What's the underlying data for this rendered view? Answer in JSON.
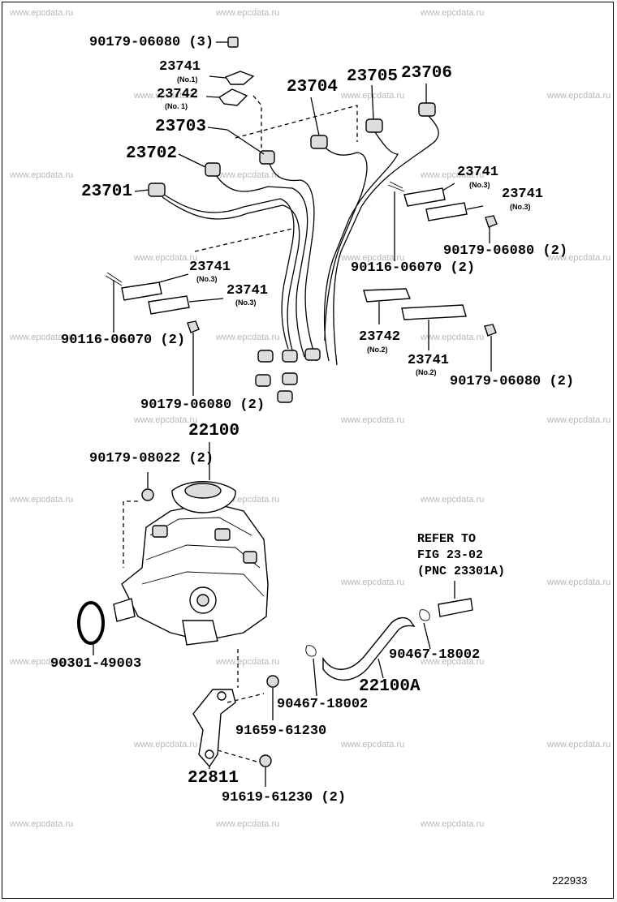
{
  "watermark": "www.epcdata.ru",
  "figure_id": "222933",
  "labels": {
    "p_90179_06080_3": "90179-06080 (3)",
    "p_23741_a": "23741",
    "p_no1_a": "(No.1)",
    "p_23742_a": "23742",
    "p_no1_b": "(No. 1)",
    "p_23704": "23704",
    "p_23705": "23705",
    "p_23706": "23706",
    "p_23703": "23703",
    "p_23702": "23702",
    "p_23701": "23701",
    "p_23741_b": "23741",
    "p_no3_b": "(No.3)",
    "p_23741_c": "23741",
    "p_no3_c": "(No.3)",
    "p_90179_06080_2a": "90179-06080 (2)",
    "p_90116_06070_2a": "90116-06070 (2)",
    "p_23741_d": "23741",
    "p_no3_d": "(No.3)",
    "p_23741_e": "23741",
    "p_no3_e": "(No.3)",
    "p_90116_06070_2b": "90116-06070 (2)",
    "p_23742_b": "23742",
    "p_no2_b": "(No.2)",
    "p_23741_f": "23741",
    "p_no2_f": "(No.2)",
    "p_90179_06080_2b": "90179-06080 (2)",
    "p_90179_06080_2c": "90179-06080 (2)",
    "p_22100": "22100",
    "p_90179_08022_2": "90179-08022 (2)",
    "p_refer_1": "REFER TO",
    "p_refer_2": "FIG 23-02",
    "p_refer_3": "(PNC 23301A)",
    "p_90301_49003": "90301-49003",
    "p_90467_18002_a": "90467-18002",
    "p_22100A": "22100A",
    "p_90467_18002_b": "90467-18002",
    "p_91659_61230": "91659-61230",
    "p_22811": "22811",
    "p_91619_61230_2": "91619-61230 (2)"
  }
}
